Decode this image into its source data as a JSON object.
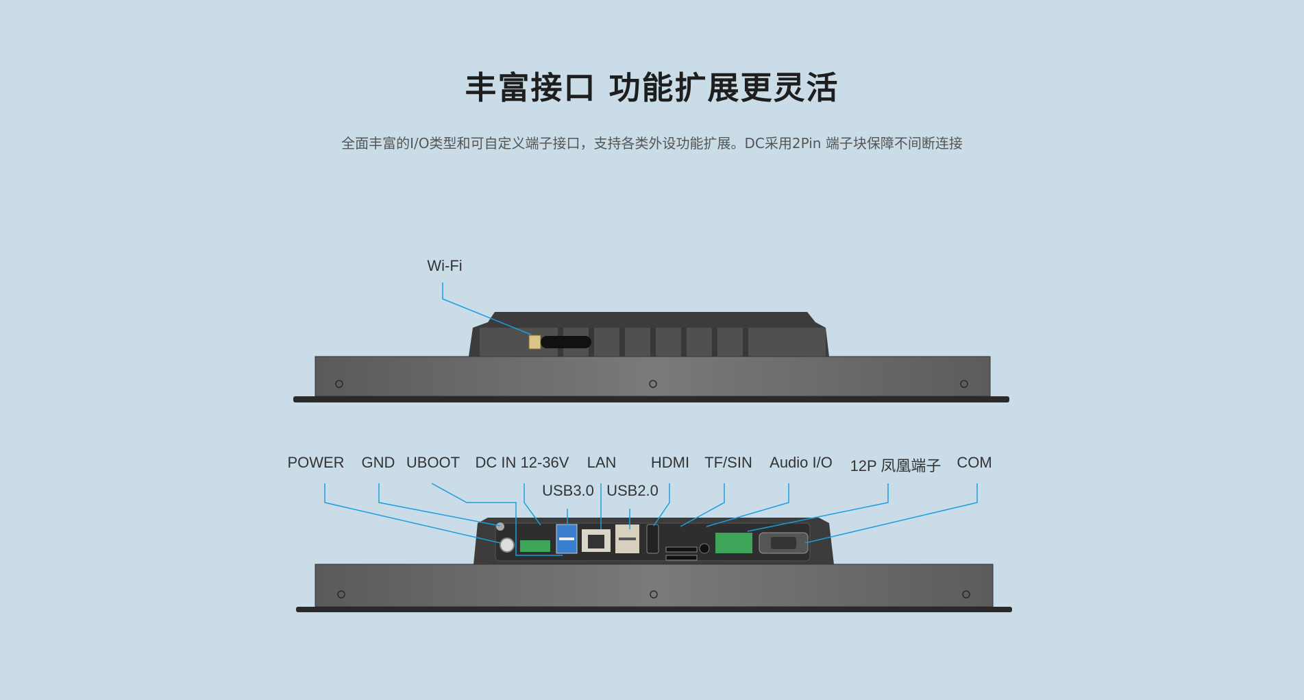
{
  "header": {
    "title": "丰富接口 功能扩展更灵活",
    "subtitle": "全面丰富的I/O类型和可自定义端子接口，支持各类外设功能扩展。DC采用2Pin 端子块保障不间断连接"
  },
  "top_view": {
    "wifi_label": "Wi-Fi"
  },
  "bottom_view": {
    "labels": [
      "POWER",
      "GND",
      "UBOOT",
      "DC IN 12-36V",
      "LAN",
      "HDMI",
      "TF/SIN",
      "Audio I/O",
      "12P 凤凰端子",
      "COM"
    ],
    "usb_labels": [
      "USB3.0",
      "USB2.0"
    ]
  },
  "colors": {
    "background": "#c9dce8",
    "callout_line": "#1a9ee0",
    "device": "#4a4a4a"
  }
}
